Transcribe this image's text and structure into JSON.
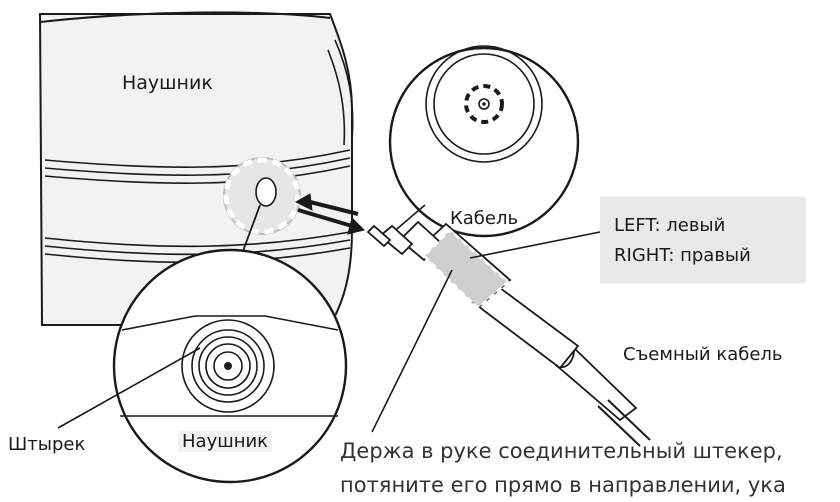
{
  "labels": {
    "headphone_top": "Наушник",
    "cable": "Кабель",
    "left_right_left": "LEFT: левый",
    "left_right_right": "RIGHT: правый",
    "removable_cable": "Съемный кабель",
    "pin": "Штырек",
    "headphone_bottom": "Наушник",
    "instruction_line1": "Держа в руке соединительный штекер,",
    "instruction_line2": "потяните его прямо в направлении, ука"
  },
  "colors": {
    "line": "#1a1a1a",
    "fill_gray": "#f2f2f2",
    "box_gray": "#e9e9e9",
    "dash_white": "#ffffff"
  }
}
